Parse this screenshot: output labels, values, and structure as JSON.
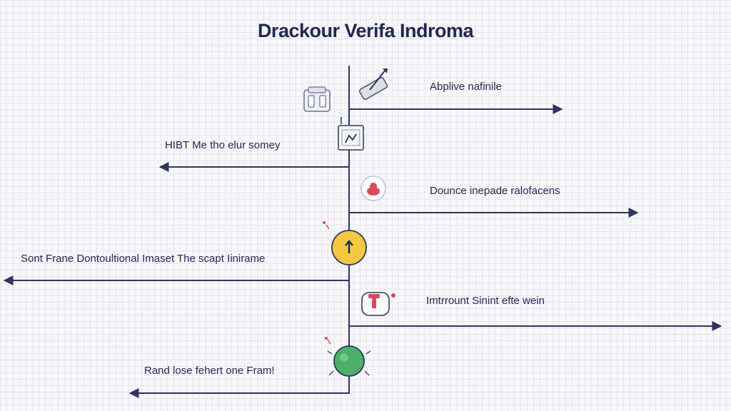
{
  "title": "Drackour Verifa Indroma",
  "steps": [
    {
      "label": "Abplive nafinile",
      "side": "right",
      "icon": "pencil-icon"
    },
    {
      "label": "HIBT Me tho elur somey",
      "side": "left",
      "icon": "frame-icon"
    },
    {
      "label": "Dounce inepade ralofacens",
      "side": "right",
      "icon": "pink-blob-icon"
    },
    {
      "label": "Sont Frane Dontoultional Imaset The scapt Iinirame",
      "side": "left",
      "icon": "up-arrow-circle-icon"
    },
    {
      "label": "Imtrrount Sinint efte wein",
      "side": "right",
      "icon": "stamp-icon"
    },
    {
      "label": "Rand lose fehert one Fram!",
      "side": "left",
      "icon": "green-ball-icon"
    }
  ],
  "colors": {
    "line": "#2e3565",
    "title": "#1f2752",
    "accent_yellow": "#f5c842",
    "accent_green": "#4cb06a",
    "accent_pink": "#d9485a"
  }
}
